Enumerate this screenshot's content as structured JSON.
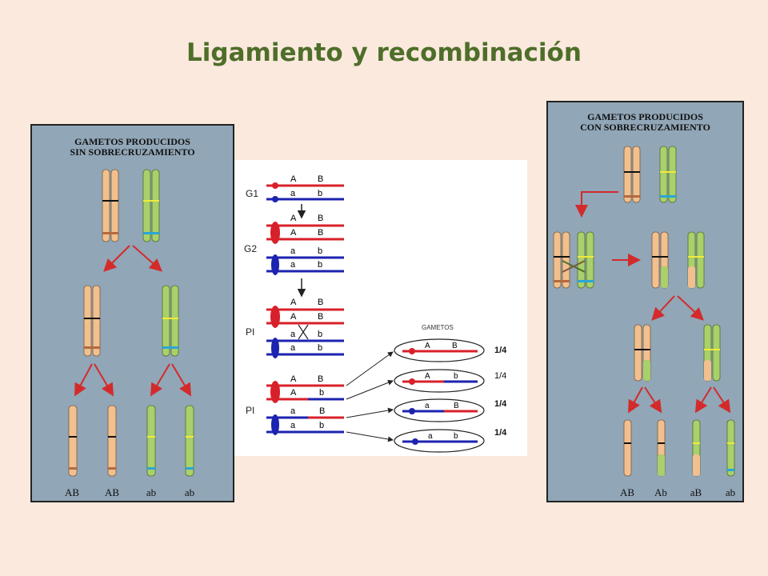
{
  "title": "Ligamiento y recombinación",
  "left": {
    "title_line1": "GAMETOS PRODUCIDOS",
    "title_line2": "SIN SOBRECRUZAMIENTO",
    "labels": [
      "AB",
      "AB",
      "ab",
      "ab"
    ]
  },
  "right": {
    "title_line1": "GAMETOS PRODUCIDOS",
    "title_line2": "CON SOBRECRUZAMIENTO",
    "labels": [
      "AB",
      "Ab",
      "aB",
      "ab"
    ]
  },
  "center": {
    "stages": [
      "G1",
      "G2",
      "PI",
      "PI"
    ],
    "allele_A": "A",
    "allele_a": "a",
    "allele_B": "B",
    "allele_b": "b",
    "gametes_title": "GAMETOS",
    "fractions": [
      "1/4",
      "1/4",
      "1/4",
      "1/4"
    ]
  },
  "colors": {
    "background": "#fbe9dd",
    "title": "#4e6e2a",
    "panel": "#91a6b7",
    "peach_chromosome": "#f2c08f",
    "green_chromosome": "#a9d06a",
    "red_strand": "#d8202a",
    "blue_strand": "#1c23b0",
    "arrow": "#d32b2b"
  }
}
